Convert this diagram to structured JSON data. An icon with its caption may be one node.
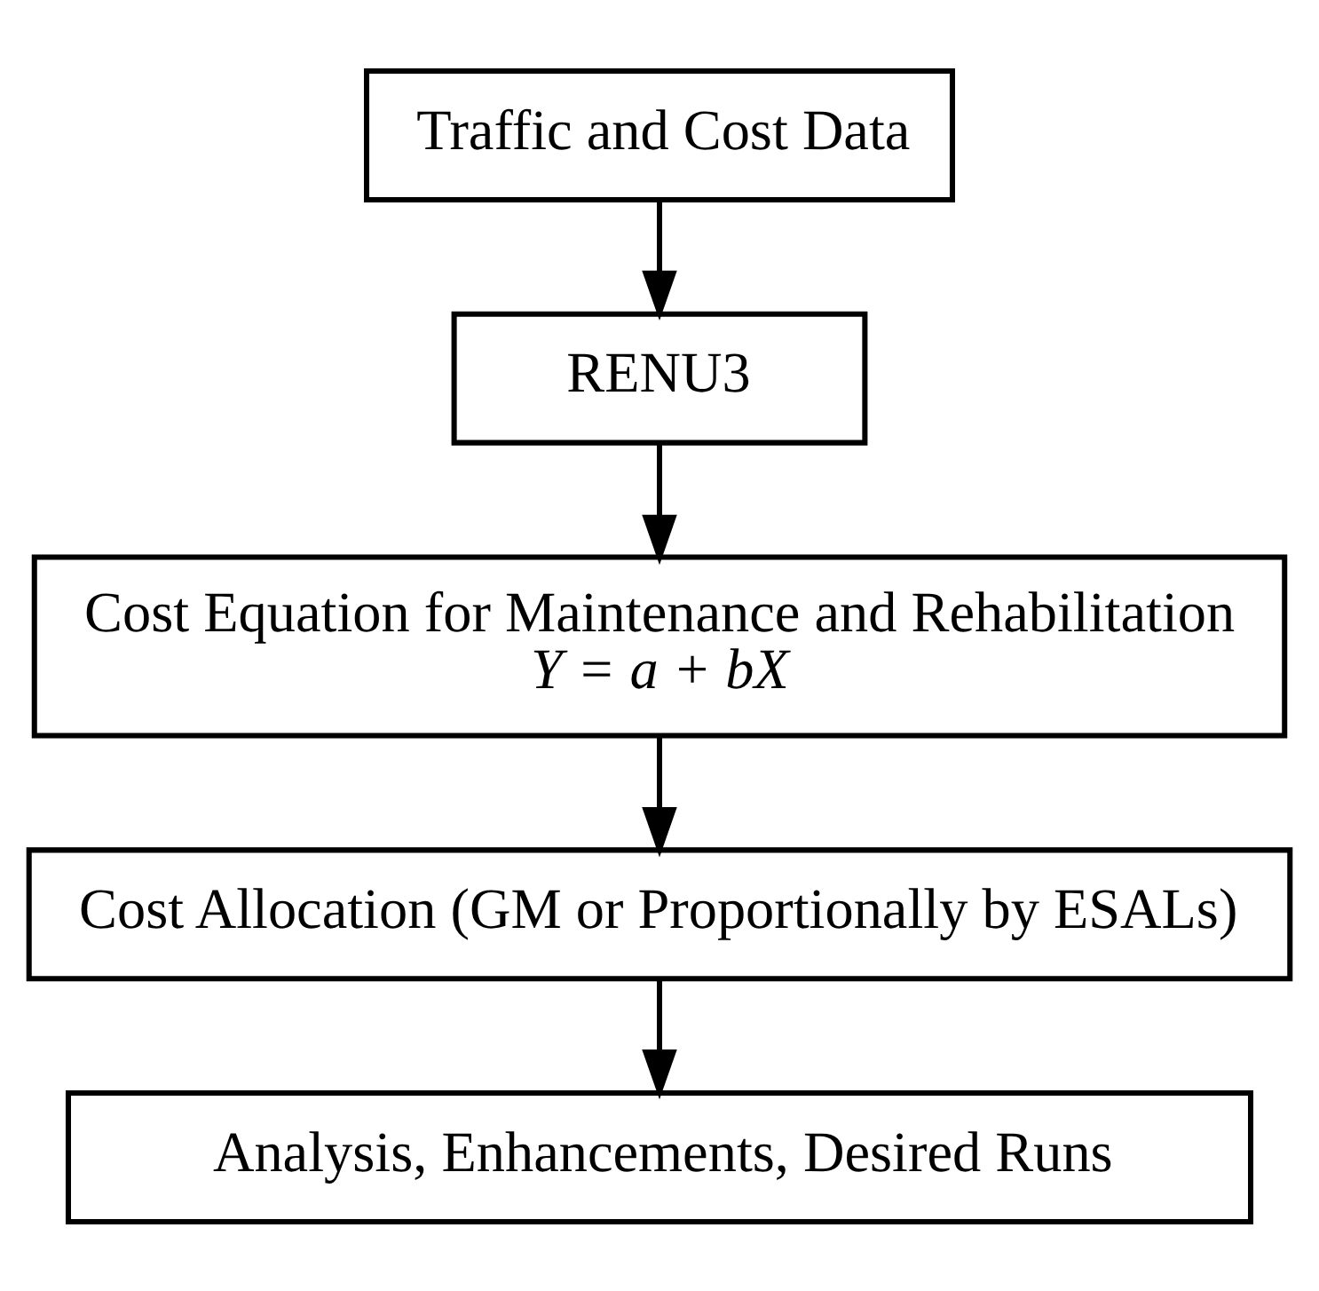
{
  "diagram": {
    "nodes": [
      {
        "text": [
          "Traffic and Cost Data"
        ]
      },
      {
        "text": [
          "RENU3"
        ]
      },
      {
        "text": [
          "Cost Equation for Maintenance and Rehabilitation",
          "Y = a + bX"
        ]
      },
      {
        "text": [
          "Cost Allocation (GM or Proportionally by ESALs)"
        ]
      },
      {
        "text": [
          "Analysis, Enhancements, Desired Runs"
        ]
      }
    ],
    "edges": [
      {
        "from": 0,
        "to": 1,
        "arrow": "to"
      },
      {
        "from": 1,
        "to": 2,
        "arrow": "to"
      },
      {
        "from": 2,
        "to": 3,
        "arrow": "to"
      },
      {
        "from": 3,
        "to": 4,
        "arrow": "to"
      }
    ]
  }
}
